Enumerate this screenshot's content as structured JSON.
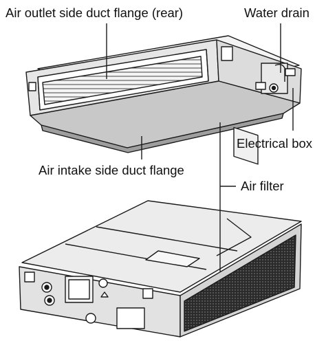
{
  "labels": {
    "air_outlet": "Air outlet side duct flange (rear)",
    "water_drain": "Water drain",
    "electrical_box": "Electrical box",
    "air_intake": "Air intake side duct flange",
    "air_filter": "Air filter"
  },
  "colors": {
    "line": "#1a1a1a",
    "body_fill": "#ececec",
    "shade_fill": "#c9c9c9",
    "dark_fill": "#3a3a3a",
    "filter_fill": "#6e6e6e"
  }
}
